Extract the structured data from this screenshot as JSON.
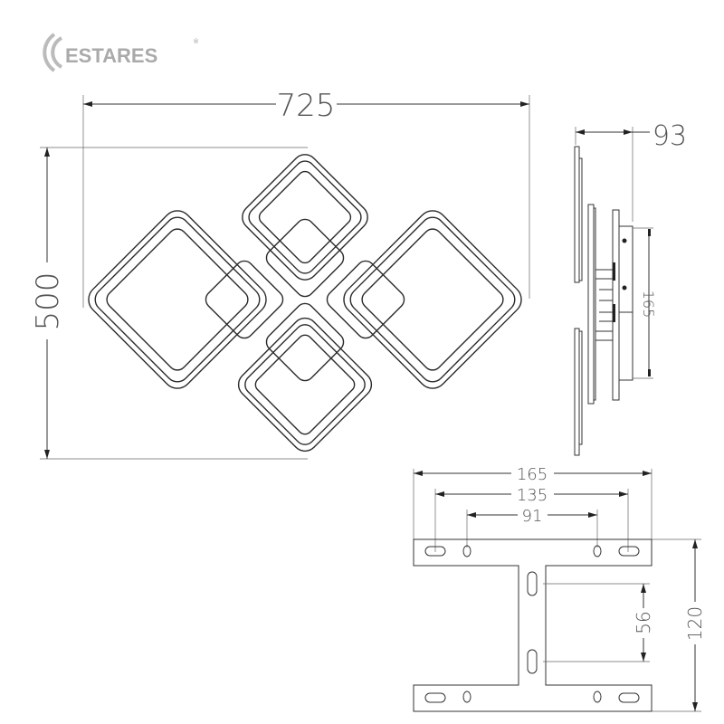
{
  "logo": {
    "text": "ESTARES",
    "mark": "®"
  },
  "front_view": {
    "width_label": "725",
    "height_label": "500"
  },
  "side_view": {
    "depth_label": "93",
    "bracket_label": "165"
  },
  "bracket_view": {
    "outer_width_label": "165",
    "slot_spacing_label": "135",
    "hole_spacing_label": "91",
    "vertical_slot_label": "56",
    "height_label": "120"
  }
}
